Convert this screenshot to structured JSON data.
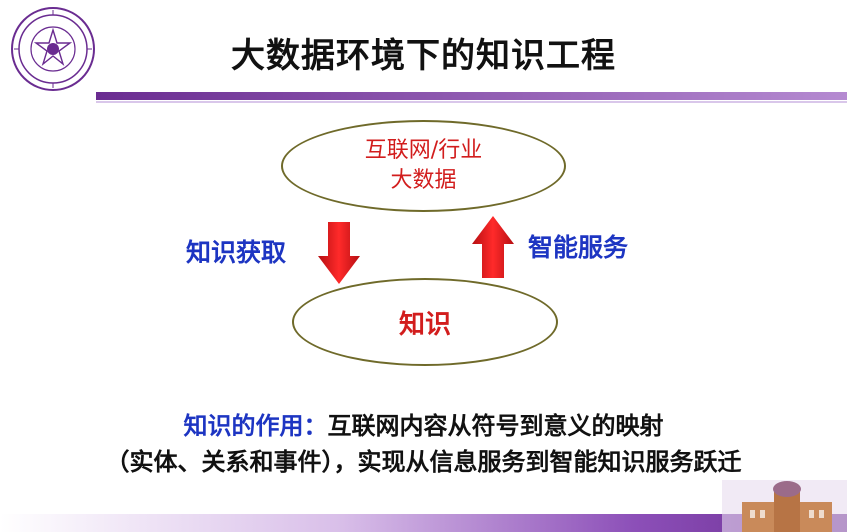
{
  "header": {
    "title": "大数据环境下的知识工程"
  },
  "diagram": {
    "top_node_line1": "互联网/行业",
    "top_node_line2": "大数据",
    "bottom_node": "知识",
    "left_label": "知识获取",
    "right_label": "智能服务",
    "arrow_down_icon": "arrow-down-icon",
    "arrow_up_icon": "arrow-up-icon"
  },
  "body": {
    "line1_highlight": "知识的作用：",
    "line1_rest": "互联网内容从符号到意义的映射",
    "line2": "（实体、关系和事件），实现从信息服务到智能知识服务跃迁"
  },
  "colors": {
    "accent_purple": "#6a2c91",
    "node_text_red": "#d21d1d",
    "label_blue": "#1d35c2",
    "arrow_red": "#e0161a"
  }
}
